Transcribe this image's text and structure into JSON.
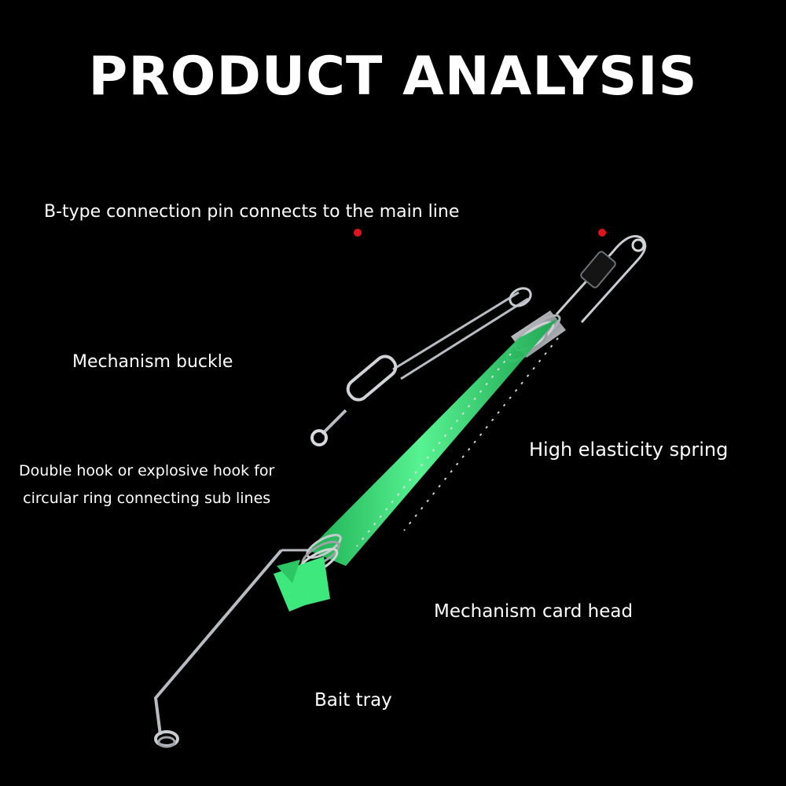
{
  "title": "PRODUCT ANALYSIS",
  "colors": {
    "background": "#000000",
    "text": "#ffffff",
    "callout_line": "#c8141e",
    "spring_body": "#34e874",
    "wire": "#b8bcc2"
  },
  "callouts": {
    "connection_pin": "B-type connection pin connects to the main line",
    "mechanism_buckle": "Mechanism buckle",
    "hook_line1": "Double hook or explosive hook for",
    "hook_line2": "circular ring connecting sub lines",
    "spring": "High elasticity spring",
    "card_head": "Mechanism card head",
    "bait_tray": "Bait tray"
  }
}
